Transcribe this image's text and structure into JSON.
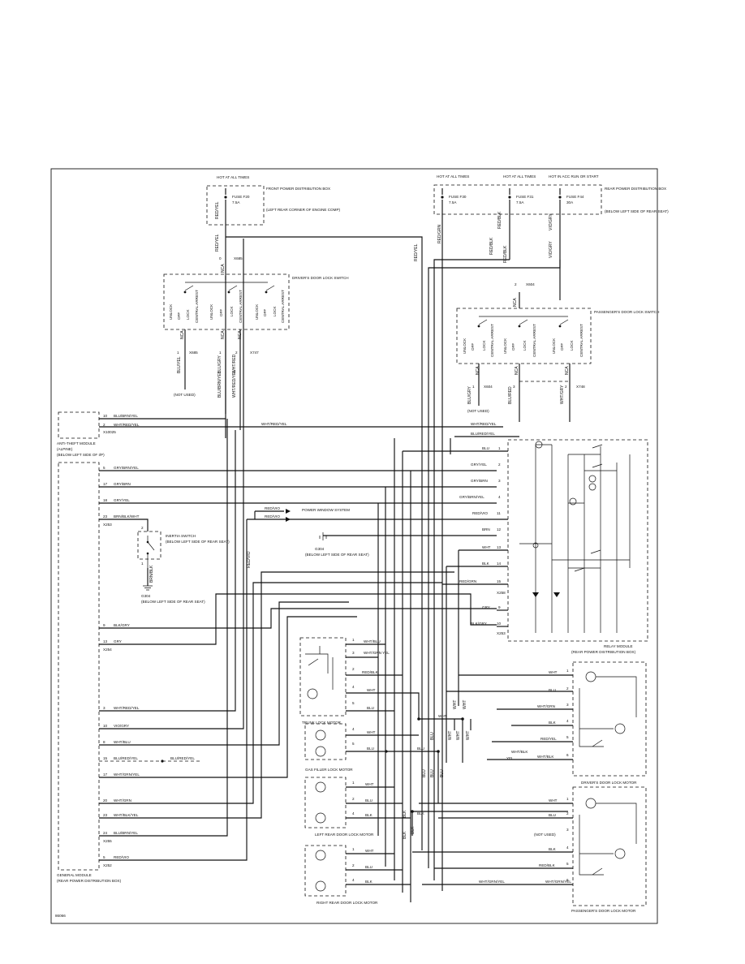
{
  "figure_id": "86066",
  "power": {
    "front": {
      "hot": "HOT AT ALL TIMES",
      "fuse": "FUSE F20",
      "amps": "7.5A",
      "box": "FRONT POWER DISTRIBUTION BOX",
      "loc": "(LEFT REAR CORNER OF ENGINE COMP)"
    },
    "f30": {
      "hot": "HOT AT ALL TIMES",
      "fuse": "FUSE F30",
      "amps": "7.5A"
    },
    "f31": {
      "hot": "HOT AT ALL TIMES",
      "fuse": "FUSE F31",
      "amps": "7.5A"
    },
    "f44": {
      "hot": "HOT IN ACC RUN OR START",
      "fuse": "FUSE F44",
      "amps": "30A"
    },
    "rear_box": "REAR POWER DISTRIBUTION BOX",
    "rear_loc": "(BELOW LEFT SIDE OF REAR SEAT)"
  },
  "connectors": {
    "x685": "X685",
    "x604": "X604",
    "x747": "X747",
    "x748": "X748",
    "x10025": "X10025",
    "x253": "X253",
    "x254": "X254",
    "x255": "X255",
    "x252": "X252",
    "x258": "X258"
  },
  "drivers_switch": {
    "title": "DRIVER'S DOOR LOCK SWITCH",
    "labels": [
      "UNLOCK",
      "OFF",
      "LOCK",
      "CENTRAL ARREST",
      "UNLOCK",
      "OFF",
      "LOCK",
      "CENTRAL ARREST",
      "UNLOCK",
      "OFF",
      "LOCK",
      "CENTRAL ARREST"
    ],
    "not_used": "(NOT USED)"
  },
  "pass_switch": {
    "title": "PASSENGER'S DOOR LOCK SWITCH",
    "labels": [
      "UNLOCK",
      "OFF",
      "LOCK",
      "CENTRAL ARREST",
      "UNLOCK",
      "OFF",
      "LOCK",
      "CENTRAL ARREST",
      "UNLOCK",
      "OFF",
      "LOCK",
      "CENTRAL ARREST"
    ],
    "not_used": "(NOT USED)"
  },
  "anti_theft": {
    "title": "ANTI-THEFT MODULE",
    "sub": "(ALPINE)",
    "loc": "(BELOW LEFT SIDE OF I/P)"
  },
  "general_module": {
    "title": "GENERAL MODULE",
    "loc": "(REAR POWER DISTRIBUTION BOX)"
  },
  "relay_module": {
    "title": "RELAY MODULE",
    "loc": "(REAR POWER DISTRIBUTION BOX)"
  },
  "inertia": {
    "title": "INERTIA SWITCH",
    "loc": "(BELOW LEFT SIDE OF REAR SEAT)"
  },
  "g304a": {
    "id": "G304",
    "loc": "(BELOW LEFT SIDE OF REAR SEAT)"
  },
  "g304b": {
    "id": "G304",
    "loc": "(BELOW LEFT SIDE OF REAR SEAT)"
  },
  "power_window": "POWER WINDOW SYSTEM",
  "motors": {
    "trunk": "TRUNK LOCK MOTOR",
    "gas": "GAS FILLER LOCK MOTOR",
    "left_rear": "LEFT REAR DOOR LOCK MOTOR",
    "right_rear": "RIGHT REAR DOOR LOCK MOTOR",
    "driver": "DRIVER'S DOOR LOCK MOTOR",
    "passenger": "PASSENGER'S DOOR LOCK MOTOR",
    "not_used": "(NOT USED)"
  },
  "wires": {
    "red_yel": "RED/YEL",
    "red_grn": "RED/GRN",
    "red_blk": "RED/BLK",
    "vio_gry": "VIO/GRY",
    "blu_yel": "BLU/YEL",
    "blu_brn_yel": "BLU/BRN/YEL",
    "wht_red": "WHT/RED",
    "wht_red_yel": "WHT/RED/YEL",
    "blu_gry": "BLU/GRY",
    "blu_red": "BLU/RED",
    "wht_gry": "WHT/GRY",
    "blu_red_yel": "BLU/RED/YEL",
    "nca": "NCA",
    "brn_blk": "BRN/BLK",
    "red_vio": "RED/VIO"
  },
  "gm_pins": [
    {
      "pin": "5",
      "wire": "GRY/BRN/YEL"
    },
    {
      "pin": "17",
      "wire": "GRY/BRN"
    },
    {
      "pin": "18",
      "wire": "GRY/YEL"
    },
    {
      "pin": "23",
      "wire": "BRN/BLK/WHT"
    },
    {
      "pin": "9",
      "wire": "BLK/GRY"
    },
    {
      "pin": "13",
      "wire": "GRY"
    },
    {
      "pin": "3",
      "wire": "WHT/RED/YEL"
    },
    {
      "pin": "10",
      "wire": "VIO/GRY"
    },
    {
      "pin": "8",
      "wire": "WHT/BLU"
    },
    {
      "pin": "15",
      "wire": "BLU/RED/YEL"
    },
    {
      "pin": "17",
      "wire": "WHT/GRN/YEL"
    },
    {
      "pin": "20",
      "wire": "WHT/GRN"
    },
    {
      "pin": "23",
      "wire": "WHT/BLK/YEL"
    },
    {
      "pin": "24",
      "wire": "BLU/BRN/YEL"
    },
    {
      "pin": "5",
      "wire": "RED/VIO"
    }
  ],
  "at_pins": [
    {
      "pin": "10",
      "wire": "BLU/BRN/YEL"
    },
    {
      "pin": "2",
      "wire": "WHT/RED/YEL"
    }
  ],
  "rm_pins": [
    {
      "pin": "1",
      "wire": "BLU"
    },
    {
      "pin": "2",
      "wire": "GRY/YEL"
    },
    {
      "pin": "3",
      "wire": "GRY/BRN"
    },
    {
      "pin": "4",
      "wire": "GRY/BRN/YEL"
    },
    {
      "pin": "11",
      "wire": "RED/VIO"
    },
    {
      "pin": "12",
      "wire": "BRN"
    },
    {
      "pin": "13",
      "wire": "WHT"
    },
    {
      "pin": "14",
      "wire": "BLK"
    },
    {
      "pin": "15",
      "wire": "RED/GRN"
    },
    {
      "pin": "9",
      "wire": "GRY"
    },
    {
      "pin": "10",
      "wire": "BLK/GRY"
    }
  ],
  "driver_motor_pins": [
    {
      "pin": "1",
      "wire": "WHT"
    },
    {
      "pin": "2",
      "wire": "BLU"
    },
    {
      "pin": "3",
      "wire": "WHT/GRN"
    },
    {
      "pin": "4",
      "wire": "BLK"
    },
    {
      "pin": "5",
      "wire": "RED/YEL"
    },
    {
      "pin": "6",
      "wire": "WHT/BLK"
    }
  ],
  "pass_motor_pins": [
    {
      "pin": "1",
      "wire": "WHT"
    },
    {
      "pin": "2",
      "wire": "BLU"
    },
    {
      "pin": "3",
      "wire": "(NOT USED)"
    },
    {
      "pin": "4",
      "wire": "BLK"
    },
    {
      "pin": "5",
      "wire": "RED/BLK"
    },
    {
      "pin": "6",
      "wire": "WHT/GRN/YEL"
    }
  ],
  "trunk_pins": [
    {
      "pin": "1",
      "wire": "WHT/BLU"
    },
    {
      "pin": "3",
      "wire": "WHT/GRN YEL"
    },
    {
      "pin": "2",
      "wire": "RED/BLK"
    },
    {
      "pin": "4",
      "wire": "WHT"
    },
    {
      "pin": "5",
      "wire": "BLU"
    }
  ],
  "gas_pins": [
    {
      "pin": "4",
      "wire": "WHT"
    },
    {
      "pin": "5",
      "wire": "BLU"
    }
  ],
  "lr_pins": [
    {
      "pin": "1",
      "wire": "WHT"
    },
    {
      "pin": "2",
      "wire": "BLU"
    },
    {
      "pin": "4",
      "wire": "BLK"
    }
  ],
  "rr_pins": [
    {
      "pin": "1",
      "wire": "WHT"
    },
    {
      "pin": "2",
      "wire": "BLU"
    },
    {
      "pin": "4",
      "wire": "BLK"
    }
  ],
  "misc": {
    "yel": "YEL",
    "wht_blk": "WHT/BLK",
    "wht": "WHT",
    "blu": "BLU",
    "blk": "BLK",
    "num0": "0",
    "num1": "1",
    "num2": "2",
    "num3": "3"
  }
}
